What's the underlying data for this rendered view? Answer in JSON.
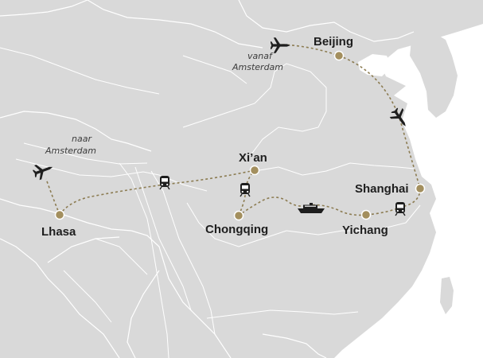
{
  "map": {
    "colors": {
      "sea": "#ffffff",
      "land": "#d9d9d9",
      "route": "#8c7c52",
      "city_dot": "#a38f5e",
      "river": "#ffffff",
      "border": "#ffffff",
      "label": "#1e1e1e"
    },
    "cities": [
      {
        "name": "Beijing"
      },
      {
        "name": "Xi’an"
      },
      {
        "name": "Shanghai"
      },
      {
        "name": "Chongqing"
      },
      {
        "name": "Yichang"
      },
      {
        "name": "Lhasa"
      }
    ],
    "notes": {
      "from_line1": "vanaf",
      "from_line2": "Amsterdam",
      "to_line1": "naar",
      "to_line2": "Amsterdam"
    },
    "icons": [
      "plane-icon",
      "plane-icon",
      "plane-icon",
      "train-icon",
      "train-icon",
      "train-icon",
      "boat-icon"
    ]
  }
}
